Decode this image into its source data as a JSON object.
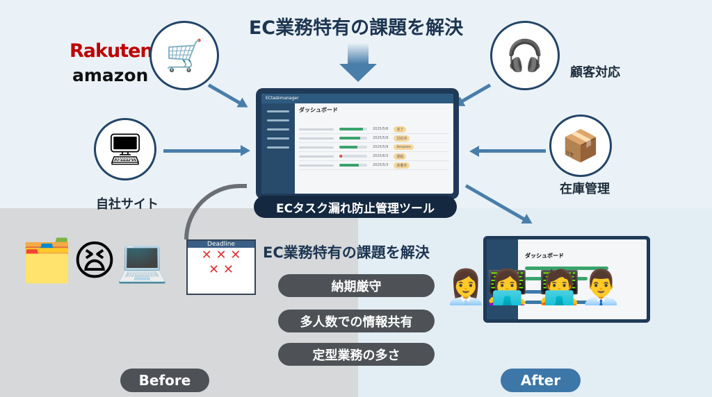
{
  "title": "EC業務特有の課題を解決",
  "logos": {
    "rakuten": "Rakuten",
    "amazon": "amazon"
  },
  "sources": [
    {
      "label": "自社サイト",
      "icon": "browser-icon"
    },
    {
      "label": "顧客対応",
      "icon": "headset-icon"
    },
    {
      "label": "在庫管理",
      "icon": "boxes-icon"
    }
  ],
  "tool": {
    "label": "ECタスク漏れ防止管理ツール",
    "brand": "ECtaskmanager",
    "dashboard_title": "ダッシュボード",
    "rows": [
      {
        "progress": 0.85,
        "date": "2025/5/6",
        "status": "完了"
      },
      {
        "progress": 0.75,
        "date": "2025/5/9",
        "status": "対応中"
      },
      {
        "progress": 0.65,
        "date": "2025/5/9",
        "status": "Amazon"
      },
      {
        "progress": 0.1,
        "date": "2025/6/3",
        "status": "遅延"
      },
      {
        "progress": 0.7,
        "date": "2025/5/3",
        "status": "未着手"
      }
    ]
  },
  "challenges": {
    "heading": "EC業務特有の課題を解決",
    "items": [
      "納期厳守",
      "多人数での情報共有",
      "定型業務の多さ"
    ]
  },
  "before": {
    "label": "Before",
    "calendar": "Deadline"
  },
  "after": {
    "label": "After",
    "dashboard_title": "ダッシュボード"
  },
  "colors": {
    "navy": "#14283f",
    "accent": "#4a7eaa",
    "before_pill": "#4e5256",
    "after_pill": "#3d77a8"
  }
}
